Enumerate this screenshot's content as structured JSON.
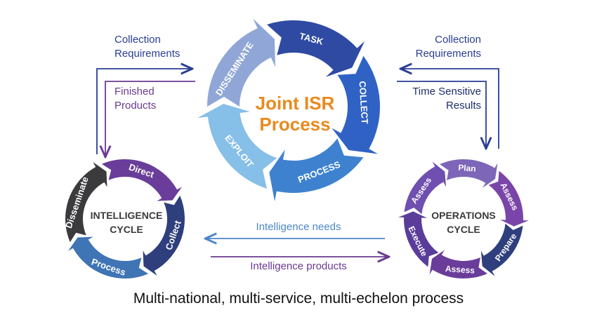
{
  "joint_isr": {
    "title_line1": "Joint ISR",
    "title_line2": "Process",
    "segments": [
      "TASK",
      "COLLECT",
      "PROCESS",
      "EXPLOIT",
      "DISSEMINATE"
    ],
    "colors": [
      "#2e4aa3",
      "#2f62c4",
      "#3e82cf",
      "#86bfe8",
      "#8fa6d6"
    ],
    "title_color": "#e98a1e"
  },
  "intelligence_cycle": {
    "title_line1": "INTELLIGENCE",
    "title_line2": "CYCLE",
    "segments": [
      "Direct",
      "Collect",
      "Process",
      "Disseminate"
    ],
    "colors": [
      "#6a3d9a",
      "#2f3f7d",
      "#3f74b5",
      "#3b3b3d"
    ]
  },
  "operations_cycle": {
    "title_line1": "OPERATIONS",
    "title_line2": "CYCLE",
    "segments": [
      "Plan",
      "Assess",
      "Prepare",
      "Assess",
      "Execute",
      "Assess"
    ],
    "colors": [
      "#7d65b8",
      "#7a45a8",
      "#2f3f7d",
      "#6a3d9a",
      "#5a3d9a",
      "#6f4fb0"
    ]
  },
  "flows": {
    "left_collection_line1": "Collection",
    "left_collection_line2": "Requirements",
    "left_finished_line1": "Finished",
    "left_finished_line2": "Products",
    "right_collection_line1": "Collection",
    "right_collection_line2": "Requirements",
    "right_time_line1": "Time Sensitive",
    "right_time_line2": "Results",
    "intel_needs": "Intelligence needs",
    "intel_products": "Intelligence products"
  },
  "footer": "Multi-national, multi-service, multi-echelon process"
}
